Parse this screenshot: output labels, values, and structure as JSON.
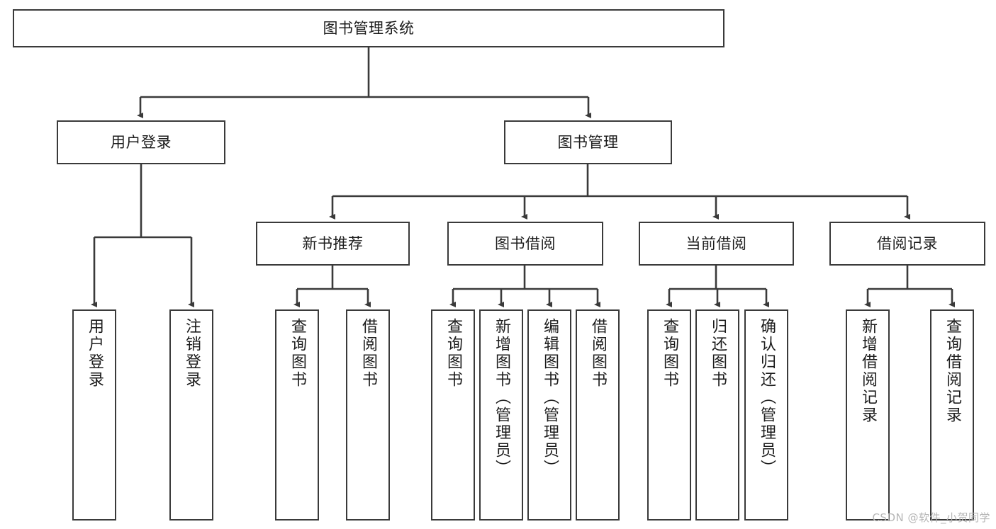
{
  "diagram": {
    "title": "图书管理系统",
    "type": "tree-hierarchy-chart",
    "watermark": "CSDN @软件_小贺同学",
    "stroke_color": "#3a3a3a",
    "background_color": "#ffffff",
    "text_color": "#1c1c1c",
    "watermark_color": "#b6b6b6"
  },
  "root": {
    "label": "图书管理系统"
  },
  "level2": [
    {
      "label": "用户登录"
    },
    {
      "label": "图书管理"
    }
  ],
  "level3": [
    {
      "label": "新书推荐"
    },
    {
      "label": "图书借阅"
    },
    {
      "label": "当前借阅"
    },
    {
      "label": "借阅记录"
    }
  ],
  "leaves": {
    "user_login": [
      {
        "label": "用户登录"
      },
      {
        "label": "注销登录"
      }
    ],
    "new_book_recommend": [
      {
        "label": "查询图书"
      },
      {
        "label": "借阅图书"
      }
    ],
    "book_borrow": [
      {
        "label": "查询图书"
      },
      {
        "label": "新增图书（管理员）"
      },
      {
        "label": "编辑图书（管理员）"
      },
      {
        "label": "借阅图书"
      }
    ],
    "current_borrow": [
      {
        "label": "查询图书"
      },
      {
        "label": "归还图书"
      },
      {
        "label": "确认归还（管理员）"
      }
    ],
    "borrow_record": [
      {
        "label": "新增借阅记录"
      },
      {
        "label": "查询借阅记录"
      }
    ]
  }
}
